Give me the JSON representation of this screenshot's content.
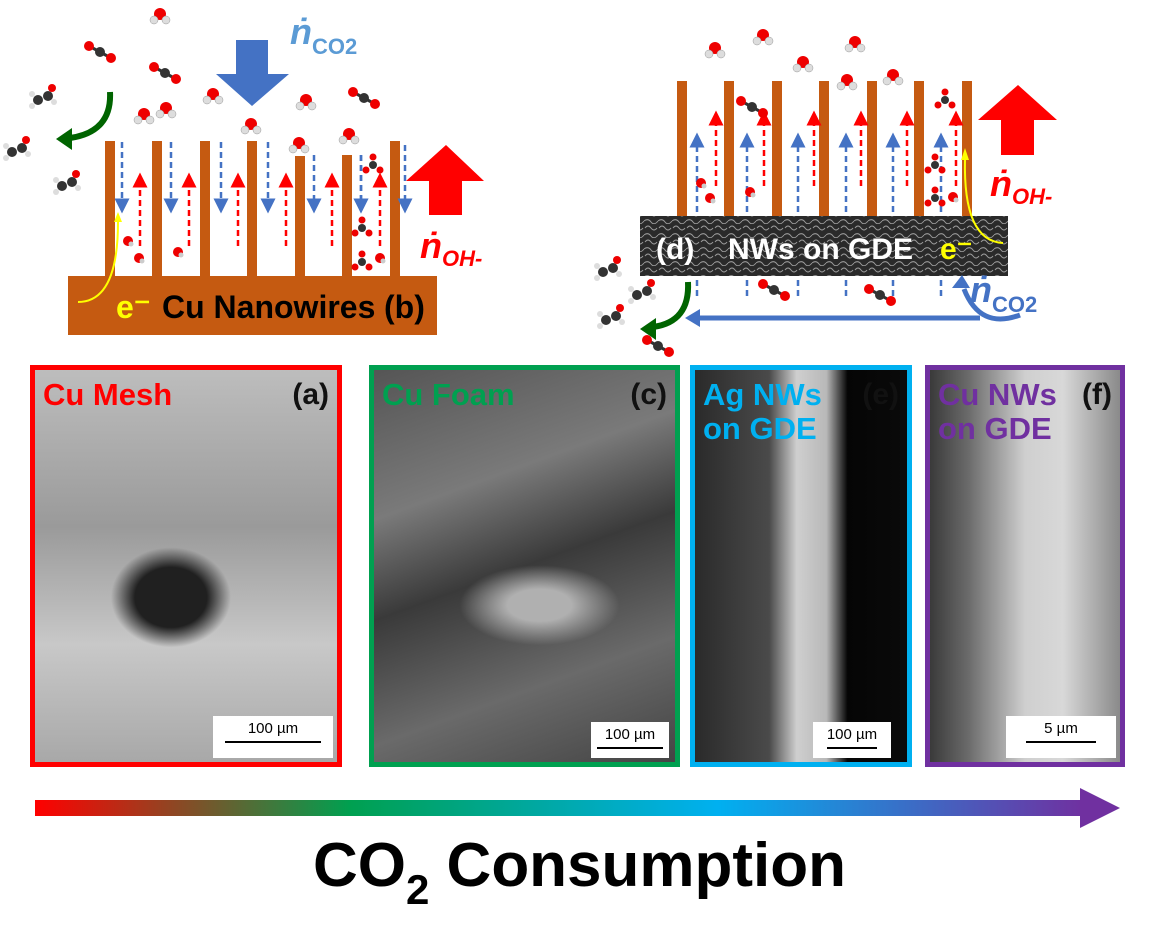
{
  "schematic_b": {
    "label": "Cu Nanowires",
    "panel_letter": "(b)",
    "electron": "e⁻",
    "flux_co2": {
      "symbol": "ṅ",
      "subscript": "CO2"
    },
    "flux_oh": {
      "symbol": "ṅ",
      "subscript": "OH-"
    }
  },
  "schematic_d": {
    "panel_letter": "(d)",
    "label": "NWs on GDE",
    "electron": "e⁻",
    "flux_co2": {
      "symbol": "ṅ",
      "subscript": "CO2"
    },
    "flux_oh": {
      "symbol": "ṅ",
      "subscript": "OH-"
    }
  },
  "panels": [
    {
      "title": "Cu Mesh",
      "letter": "(a)",
      "scale": "100 µm",
      "color": "#ff0000"
    },
    {
      "title": "Cu Foam",
      "letter": "(c)",
      "scale": "100 µm",
      "color": "#00a050"
    },
    {
      "title": "Ag NWs on GDE",
      "letter": "(e)",
      "scale": "100 µm",
      "color": "#00b0f0"
    },
    {
      "title": "Cu NWs on GDE",
      "letter": "(f)",
      "scale": "5 µm",
      "color": "#7030a0"
    }
  ],
  "axis": {
    "label_main": "CO",
    "label_sub": "2",
    "label_rest": " Consumption"
  },
  "colors": {
    "copper": "#c55a11",
    "co2_blue": "#4472c4",
    "oh_red": "#ff0000",
    "co2_text": "#5b9bd5"
  }
}
